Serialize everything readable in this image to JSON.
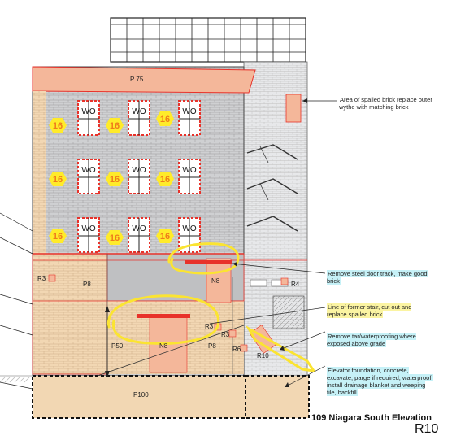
{
  "drawing": {
    "title": "109 Niagara South Elevation",
    "sheet_number": "R10"
  },
  "labels": {
    "p75": "P 75",
    "p8_left": "P8",
    "n8_upper": "N8",
    "n8_lower": "N8",
    "p50": "P50",
    "p8_right": "P8",
    "p100": "P100",
    "r3_left": "R3",
    "r3_mid": "R3",
    "r3_small": "R3",
    "r4": "R4",
    "r6": "R6",
    "r10": "R10",
    "window_code": "WO",
    "hex_code": "16"
  },
  "notes": [
    {
      "text": "Area of spalled brick replace outer wythe with matching brick",
      "highlight": "none"
    },
    {
      "text": "Remove steel door track, make good brick",
      "highlight": "cyan"
    },
    {
      "text": "Line of former stair, cut out and replace spalled brick",
      "highlight": "yellow"
    },
    {
      "text": "Remove tar/waterproofing where exposed above grade",
      "highlight": "cyan"
    },
    {
      "text": "Elevator foundation, concrete, excavate, parge if required, waterproof, install drainage blanket and weeping tile, backfill",
      "highlight": "cyan"
    }
  ],
  "colors": {
    "brick_grey": "#cfd0d2",
    "brick_line": "#9a9a9a",
    "tan": "#f2d7b3",
    "salmon": "#f4b79a",
    "red": "#e8322a",
    "hex_yellow": "#ffeb2a",
    "hex_text": "#ef7c1b",
    "highlight_yellow": "#fbe431"
  }
}
